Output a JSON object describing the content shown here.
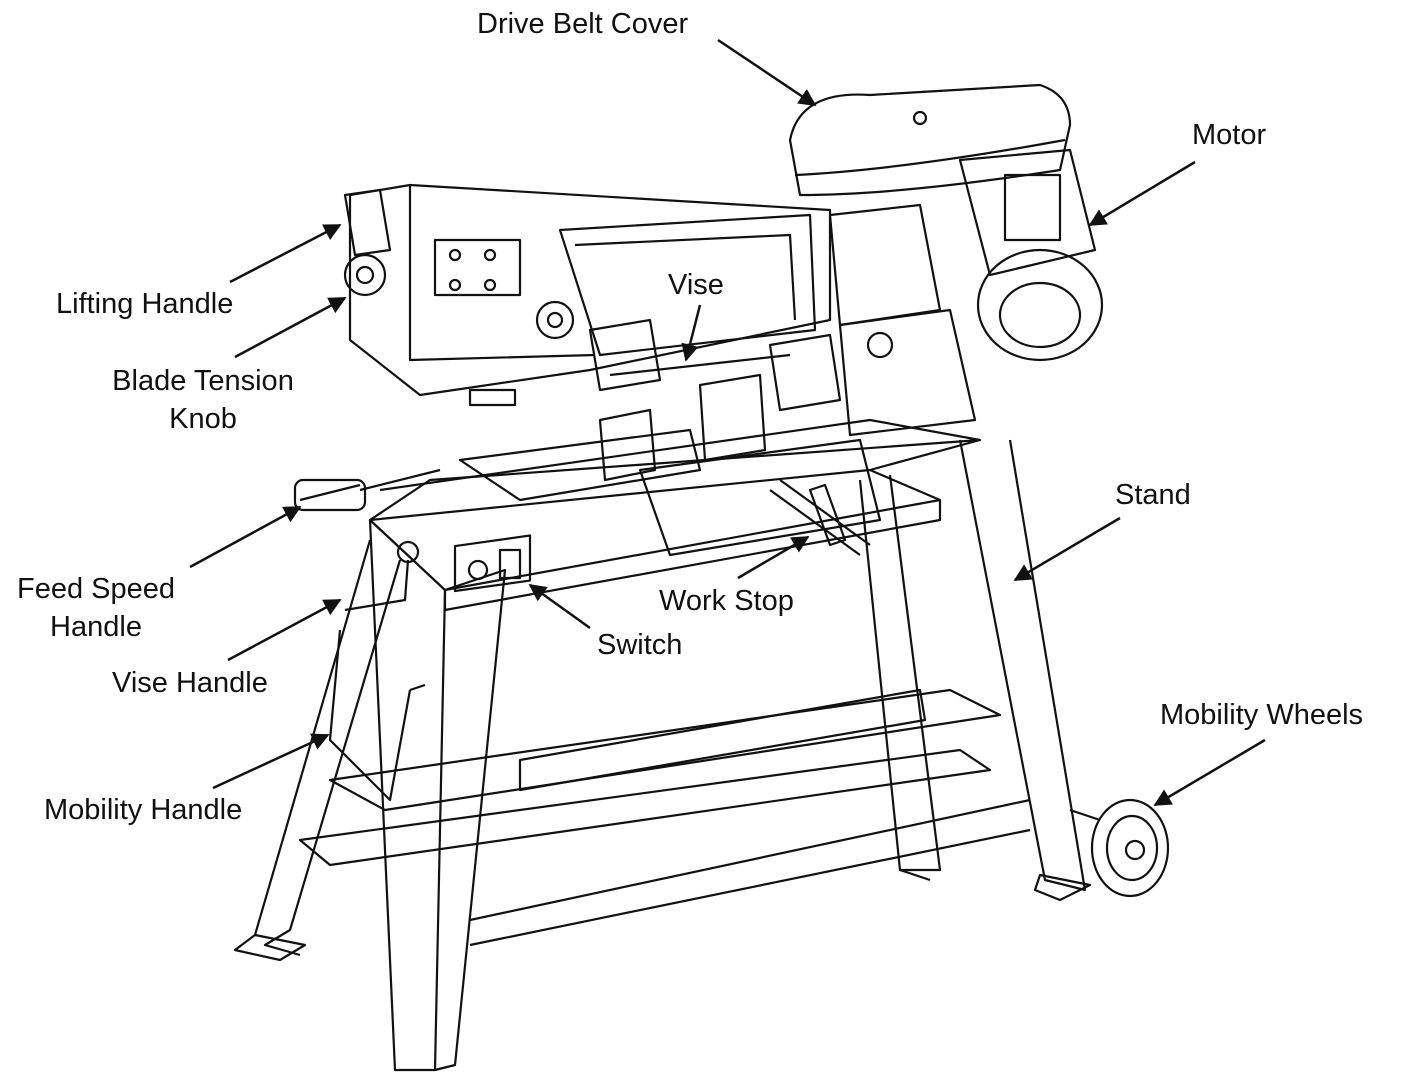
{
  "diagram": {
    "labels": {
      "drive_belt_cover": "Drive Belt Cover",
      "motor": "Motor",
      "lifting_handle": "Lifting Handle",
      "vise": "Vise",
      "blade_tension_knob_line1": "Blade Tension",
      "blade_tension_knob_line2": "Knob",
      "stand": "Stand",
      "feed_speed_handle_line1": "Feed Speed",
      "feed_speed_handle_line2": "Handle",
      "work_stop": "Work Stop",
      "switch": "Switch",
      "vise_handle": "Vise Handle",
      "mobility_wheels": "Mobility Wheels",
      "mobility_handle": "Mobility Handle"
    },
    "colors": {
      "line": "#111111",
      "background": "#ffffff"
    }
  }
}
